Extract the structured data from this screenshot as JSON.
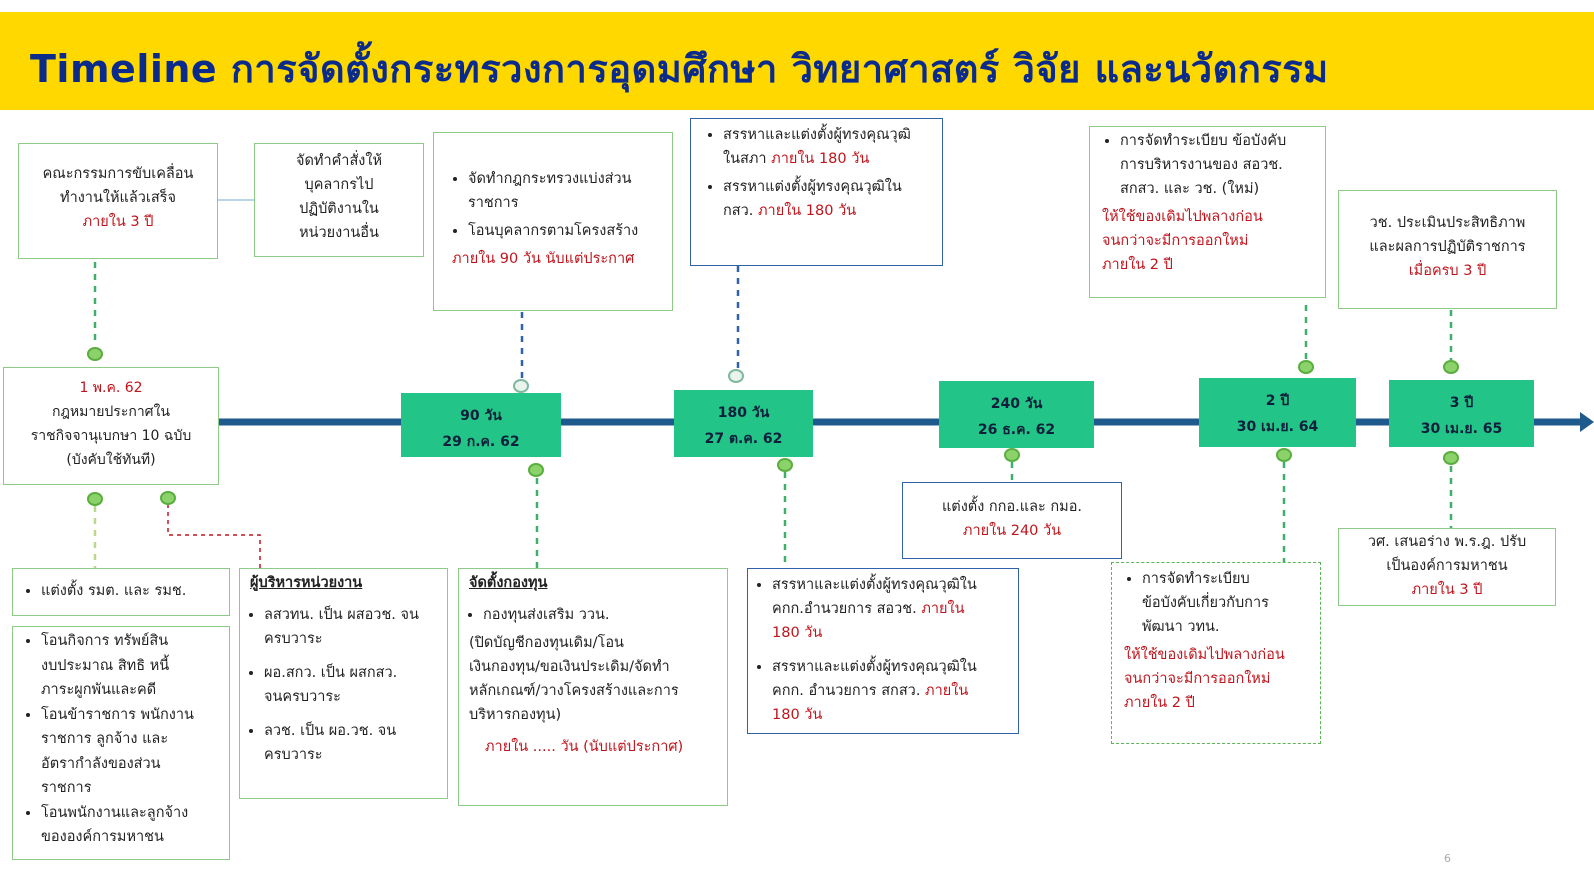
{
  "title": "Timeline การจัดตั้งกระทรวงการอุดมศึกษา วิทยาศาสตร์ วิจัย และนวัตกรรม",
  "colors": {
    "banner": "#FFD800",
    "title": "#0A2A8C",
    "axis": "#1F5A8C",
    "milestone": "#22C487",
    "deadline": "#C0141C"
  },
  "milestones": [
    {
      "line1": "90 วัน",
      "line2": "29 ก.ค. 62"
    },
    {
      "line1": "180 วัน",
      "line2": "27 ต.ค. 62"
    },
    {
      "line1": "240 วัน",
      "line2": "26 ธ.ค. 62"
    },
    {
      "line1": "2 ปี",
      "line2": "30 เม.ย. 64"
    },
    {
      "line1": "3 ปี",
      "line2": "30 เม.ย. 65"
    }
  ],
  "start": {
    "date": "1 พ.ค. 62",
    "l1": "กฎหมายประกาศใน",
    "l2": "ราชกิจจานุเบกษา 10 ฉบับ",
    "l3": "(บังคับใช้ทันที)"
  },
  "top": {
    "committee": {
      "l1": "คณะกรรมการขับเคลื่อน",
      "l2": "ทำงานให้แล้วเสร็จ",
      "deadline": "ภายใน 3 ปี"
    },
    "order": {
      "l1": "จัดทำคำสั่งให้",
      "l2": "บุคลากรไป",
      "l3": "ปฏิบัติงานใน",
      "l4": "หน่วยงานอื่น"
    },
    "rules90": {
      "b1a": "จัดทำกฎกระทรวงแบ่งส่วน",
      "b1b": "ราชการ",
      "b2": "โอนบุคลากรตามโครงสร้าง",
      "deadline": "ภายใน 90 วัน นับแต่ประกาศ"
    },
    "council180": {
      "b1a": "สรรหาและแต่งตั้งผู้ทรงคุณวุฒิ",
      "b1b": "ในสภา",
      "b1d": "ภายใน 180 วัน",
      "b2a": "สรรหาแต่งตั้งผู้ทรงคุณวุฒิใน",
      "b2b": "กสว.",
      "b2d": "ภายใน 180 วัน"
    },
    "regs2y": {
      "b1a": "การจัดทำระเบียบ ข้อบังคับ",
      "b1b": "การบริหารงานของ สอวช.",
      "b1c": "สกสว. และ วช. (ใหม่)",
      "r1": "ให้ใช้ของเดิมไปพลางก่อน",
      "r2": "จนกว่าจะมีการออกใหม่",
      "r3": "ภายใน 2 ปี"
    },
    "eval3y": {
      "l1": "วช. ประเมินประสิทธิภาพ",
      "l2": "และผลการปฏิบัติราชการ",
      "deadline": "เมื่อครบ 3 ปี"
    }
  },
  "bottom": {
    "appoint": {
      "b1": "แต่งตั้ง รมต. และ รมช."
    },
    "transfer": {
      "b1a": "โอนกิจการ ทรัพย์สิน",
      "b1b": "งบประมาณ สิทธิ หนี้",
      "b1c": "ภาระผูกพันและคดี",
      "b2a": "โอนข้าราชการ พนักงาน",
      "b2b": "ราชการ ลูกจ้าง และ",
      "b2c": "อัตรากำลังของส่วน",
      "b2d": "ราชการ",
      "b3a": "โอนพนักงานและลูกจ้าง",
      "b3b": "ขององค์การมหาชน"
    },
    "heads": {
      "title": "ผู้บริหารหน่วยงาน",
      "b1a": "ลสวทน. เป็น ผสอวช. จน",
      "b1b": "ครบวาระ",
      "b2a": "ผอ.สกว. เป็น ผสกสว.",
      "b2b": "จนครบวาระ",
      "b3a": "ลวช. เป็น ผอ.วช. จน",
      "b3b": "ครบวาระ"
    },
    "fund": {
      "title": "จัดตั้งกองทุน",
      "b1": "กองทุนส่งเสริม ววน.",
      "p1": "(ปิดบัญชีกองทุนเดิม/โอน",
      "p2": "เงินกองทุน/ขอเงินประเดิม/จัดทำ",
      "p3": "หลักเกณฑ์/วางโครงสร้างและการ",
      "p4": "บริหารกองทุน)",
      "deadline": "ภายใน ..... วัน (นับแต่ประกาศ)"
    },
    "boards180": {
      "b1a": "สรรหาและแต่งตั้งผู้ทรงคุณวุฒิใน",
      "b1b": "คกก.อำนวยการ สอวช.",
      "b1d1": "ภายใน",
      "b1d2": "180 วัน",
      "b2a": "สรรหาและแต่งตั้งผู้ทรงคุณวุฒิใน",
      "b2b": "คกก. อำนวยการ สกสว.",
      "b2d1": "ภายใน",
      "b2d2": "180 วัน"
    },
    "kko240": {
      "l1": "แต่งตั้ง กกอ.และ กมอ.",
      "deadline": "ภายใน 240 วัน"
    },
    "dev2y": {
      "b1a": "การจัดทำระเบียบ",
      "b1b": "ข้อบังคับเกี่ยวกับการ",
      "b1c": "พัฒนา วทน.",
      "r1": "ให้ใช้ของเดิมไปพลางก่อน",
      "r2": "จนกว่าจะมีการออกใหม่",
      "r3": "ภายใน 2 ปี"
    },
    "decree3y": {
      "l1": "วศ. เสนอร่าง พ.ร.ฎ. ปรับ",
      "l2": "เป็นองค์การมหาชน",
      "deadline": "ภายใน 3 ปี"
    }
  },
  "page_number": "6"
}
